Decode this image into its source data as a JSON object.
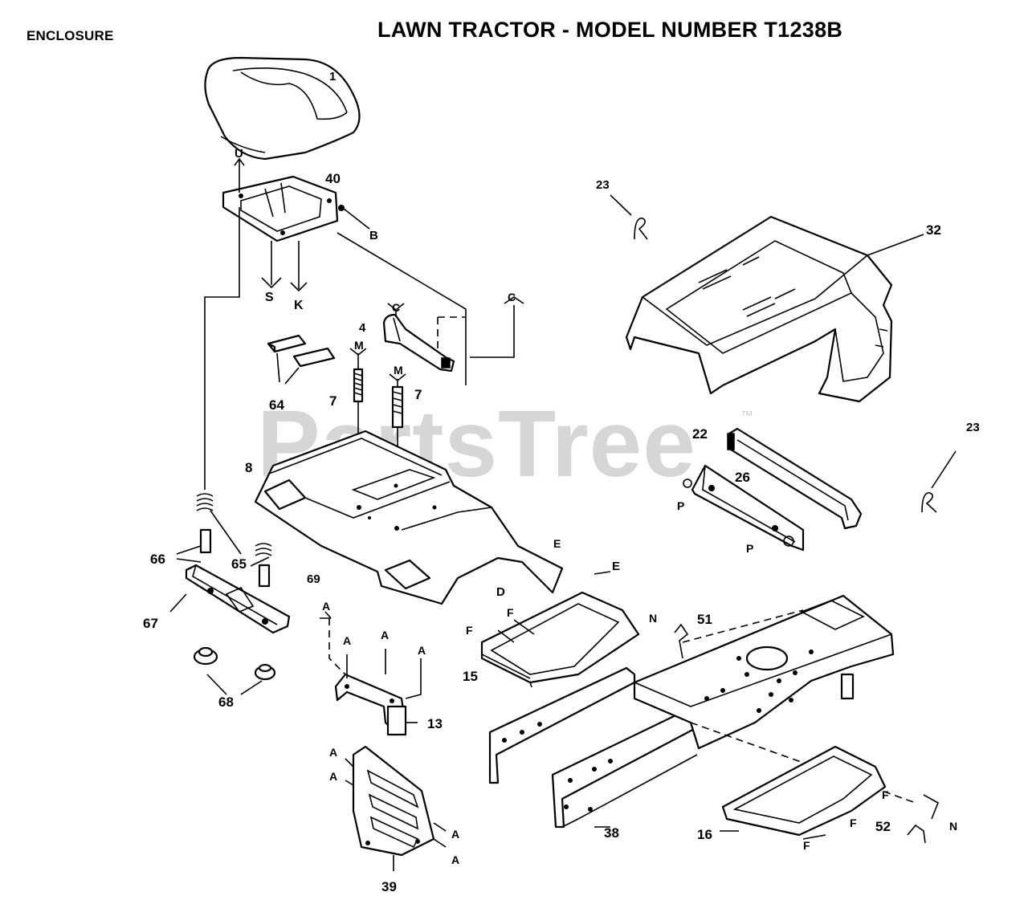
{
  "header": {
    "section": "ENCLOSURE",
    "title": "LAWN TRACTOR - MODEL NUMBER T1238B"
  },
  "watermark": {
    "text": "PartsTree",
    "trademark": "™"
  },
  "part_numbers": {
    "p1": "1",
    "p4": "4",
    "p7a": "7",
    "p7b": "7",
    "p8": "8",
    "p13": "13",
    "p15": "15",
    "p16": "16",
    "p22": "22",
    "p23a": "23",
    "p23b": "23",
    "p26": "26",
    "p32": "32",
    "p38": "38",
    "p39": "39",
    "p40": "40",
    "p51": "51",
    "p52": "52",
    "p64": "64",
    "p65": "65",
    "p66": "66",
    "p67": "67",
    "p68": "68",
    "p69": "69"
  },
  "reference_letters": {
    "u": "U",
    "b": "B",
    "s": "S",
    "k": "K",
    "c1": "C",
    "c2": "C",
    "m1": "M",
    "m2": "M",
    "e1": "E",
    "e2": "E",
    "d": "D",
    "f1": "F",
    "f2": "F",
    "f3": "F",
    "f4": "F",
    "f5": "F",
    "a1": "A",
    "a2": "A",
    "a3": "A",
    "a4": "A",
    "a5": "A",
    "a6": "A",
    "a7": "A",
    "a8": "A",
    "p1": "P",
    "p2": "P",
    "n1": "N",
    "n2": "N"
  }
}
